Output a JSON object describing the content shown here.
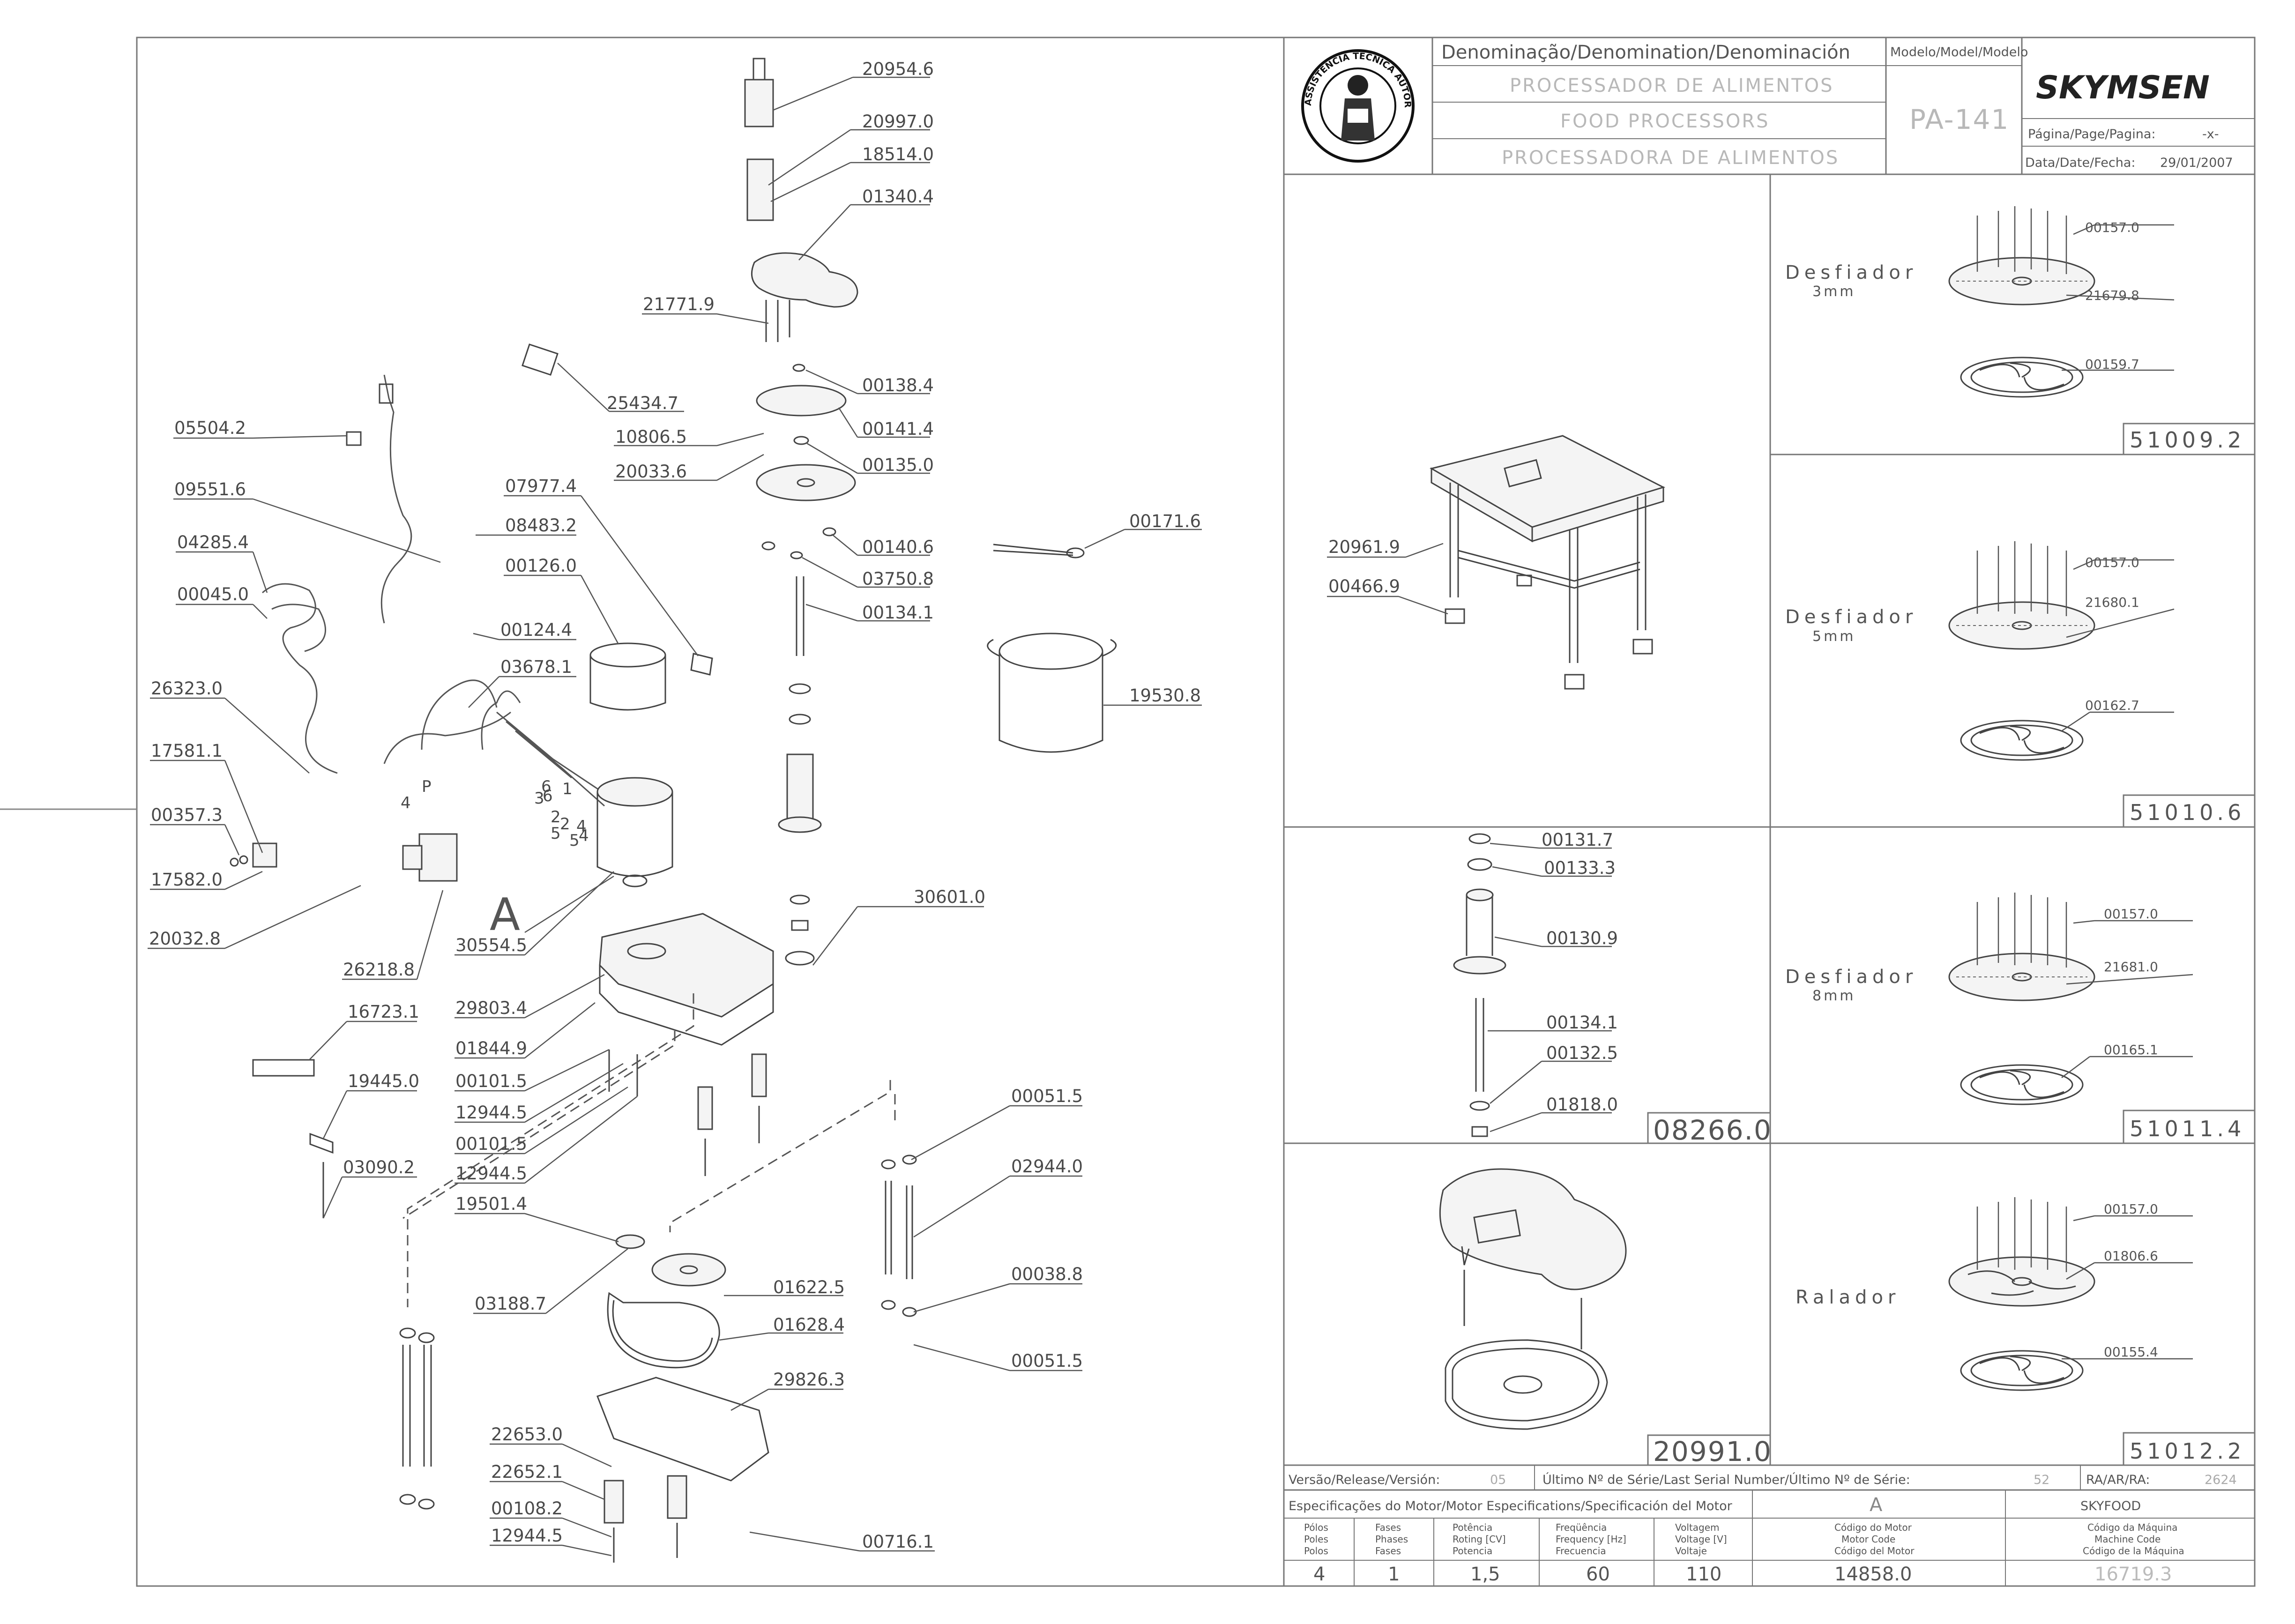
{
  "title_block": {
    "denomination_label": "Denominação/Denomination/Denominación",
    "name_pt": "PROCESSADOR DE ALIMENTOS",
    "name_en": "FOOD PROCESSORS",
    "name_es": "PROCESSADORA DE ALIMENTOS",
    "model_label": "Modelo/Model/Modelo",
    "model": "PA-141",
    "brand": "SKYMSEN",
    "page_label": "Página/Page/Pagina:",
    "page_value": "-x-",
    "date_label": "Data/Date/Fecha:",
    "date_value": "29/01/2007",
    "stamp_text": "ASSISTÊNCIA TÉCNICA AUTORIZADA"
  },
  "release_row": {
    "version_label": "Versão/Release/Versión:",
    "version_value": "05",
    "serial_label": "Último Nº de Série/Last Serial Number/Último Nº de Série:",
    "serial_value": "52",
    "ra_label": "RA/AR/RA:",
    "ra_value": "2624"
  },
  "spec_table": {
    "title": "Especificações do Motor/Motor Especifications/Specificación del Motor",
    "motor_col": "A",
    "machine_col": "SKYFOOD",
    "headers": [
      [
        "Pólos",
        "Poles",
        "Polos"
      ],
      [
        "Fases",
        "Phases",
        "Fases"
      ],
      [
        "Potência",
        "Roting [CV]",
        "Potencia"
      ],
      [
        "Freqüência",
        "Frequency [Hz]",
        "Frecuencia"
      ],
      [
        "Voltagem",
        "Voltage [V]",
        "Voltaje"
      ],
      [
        "Código do Motor",
        "Motor Code",
        "Código del Motor"
      ],
      [
        "Código da Máquina",
        "Machine Code",
        "Código de la Máquina"
      ]
    ],
    "values": [
      "4",
      "1",
      "1,5",
      "60",
      "110",
      "14858.0",
      "16719.3"
    ]
  },
  "labels": {
    "shaft_top": "20954.6",
    "sleeve_a": "20997.0",
    "sleeve_b": "18514.0",
    "lid": "01340.4",
    "lid_screws": "21771.9",
    "sticker": "25434.7",
    "disc_washer": "00138.4",
    "disc": "00141.4",
    "pin": "10806.5",
    "washer_b": "00135.0",
    "pin_b": "20033.6",
    "plate_feet": "00140.6",
    "washer_c": "03750.8",
    "main_shaft": "00134.1",
    "tongs": "00171.6",
    "pot": "19530.8",
    "plug": "05504.2",
    "cable": "09551.6",
    "label_box": "07977.4",
    "connector": "08483.2",
    "gland": "04285.4",
    "ring": "00126.0",
    "strain": "00045.0",
    "clip": "00124.4",
    "wiring": "03678.1",
    "harness": "26323.0",
    "switch_a": "17581.1",
    "switch_b": "00357.3",
    "switch_c": "17582.0",
    "terminal": "20032.8",
    "capacitor": "26218.8",
    "motor_letter": "A",
    "base": "30554.5",
    "bushing_lower": "30601.0",
    "plate_sticker": "16723.1",
    "chassis": "29803.4",
    "grommet": "01844.9",
    "screw_a": "00101.5",
    "washer_d": "12944.5",
    "screw_b": "00101.5",
    "washer_e": "12944.5",
    "bracket": "19445.0",
    "bolt": "03090.2",
    "motor_pulley": "19501.4",
    "nut_a": "00051.5",
    "rod": "02944.0",
    "pulley_key": "03188.7",
    "pulley": "01622.5",
    "spacer": "00038.8",
    "belt": "01628.4",
    "nut_b": "00051.5",
    "bottom_plate": "29826.3",
    "foot_a": "22653.0",
    "foot_b": "22652.1",
    "foot_screw": "00108.2",
    "foot_washer": "12944.5",
    "plate_screw": "00716.1",
    "table": "20961.9",
    "table_foot": "00466.9"
  },
  "kits": [
    {
      "name": "Desfiador",
      "size": "3mm",
      "plate": "00157.0",
      "disc": "21679.8",
      "base": "00159.7",
      "code": "51009.2"
    },
    {
      "name": "Desfiador",
      "size": "5mm",
      "plate": "00157.0",
      "disc": "21680.1",
      "base": "00162.7",
      "code": "51010.6"
    },
    {
      "name": "Desfiador",
      "size": "8mm",
      "plate": "00157.0",
      "disc": "21681.0",
      "base": "00165.1",
      "code": "51011.4"
    },
    {
      "name": "Ralador",
      "size": "",
      "plate": "00157.0",
      "disc": "01806.6",
      "base": "00155.4",
      "code": "51012.2"
    }
  ],
  "shaft_kit": {
    "code": "08266.0",
    "parts": [
      "00131.7",
      "00133.3",
      "00130.9",
      "00134.1",
      "00132.5",
      "01818.0"
    ]
  },
  "lid_kit": {
    "code": "20991.0"
  },
  "wire_numbers": [
    "1",
    "2",
    "3",
    "4",
    "5",
    "6",
    "P",
    "4",
    "2",
    "4",
    "5",
    "6"
  ]
}
